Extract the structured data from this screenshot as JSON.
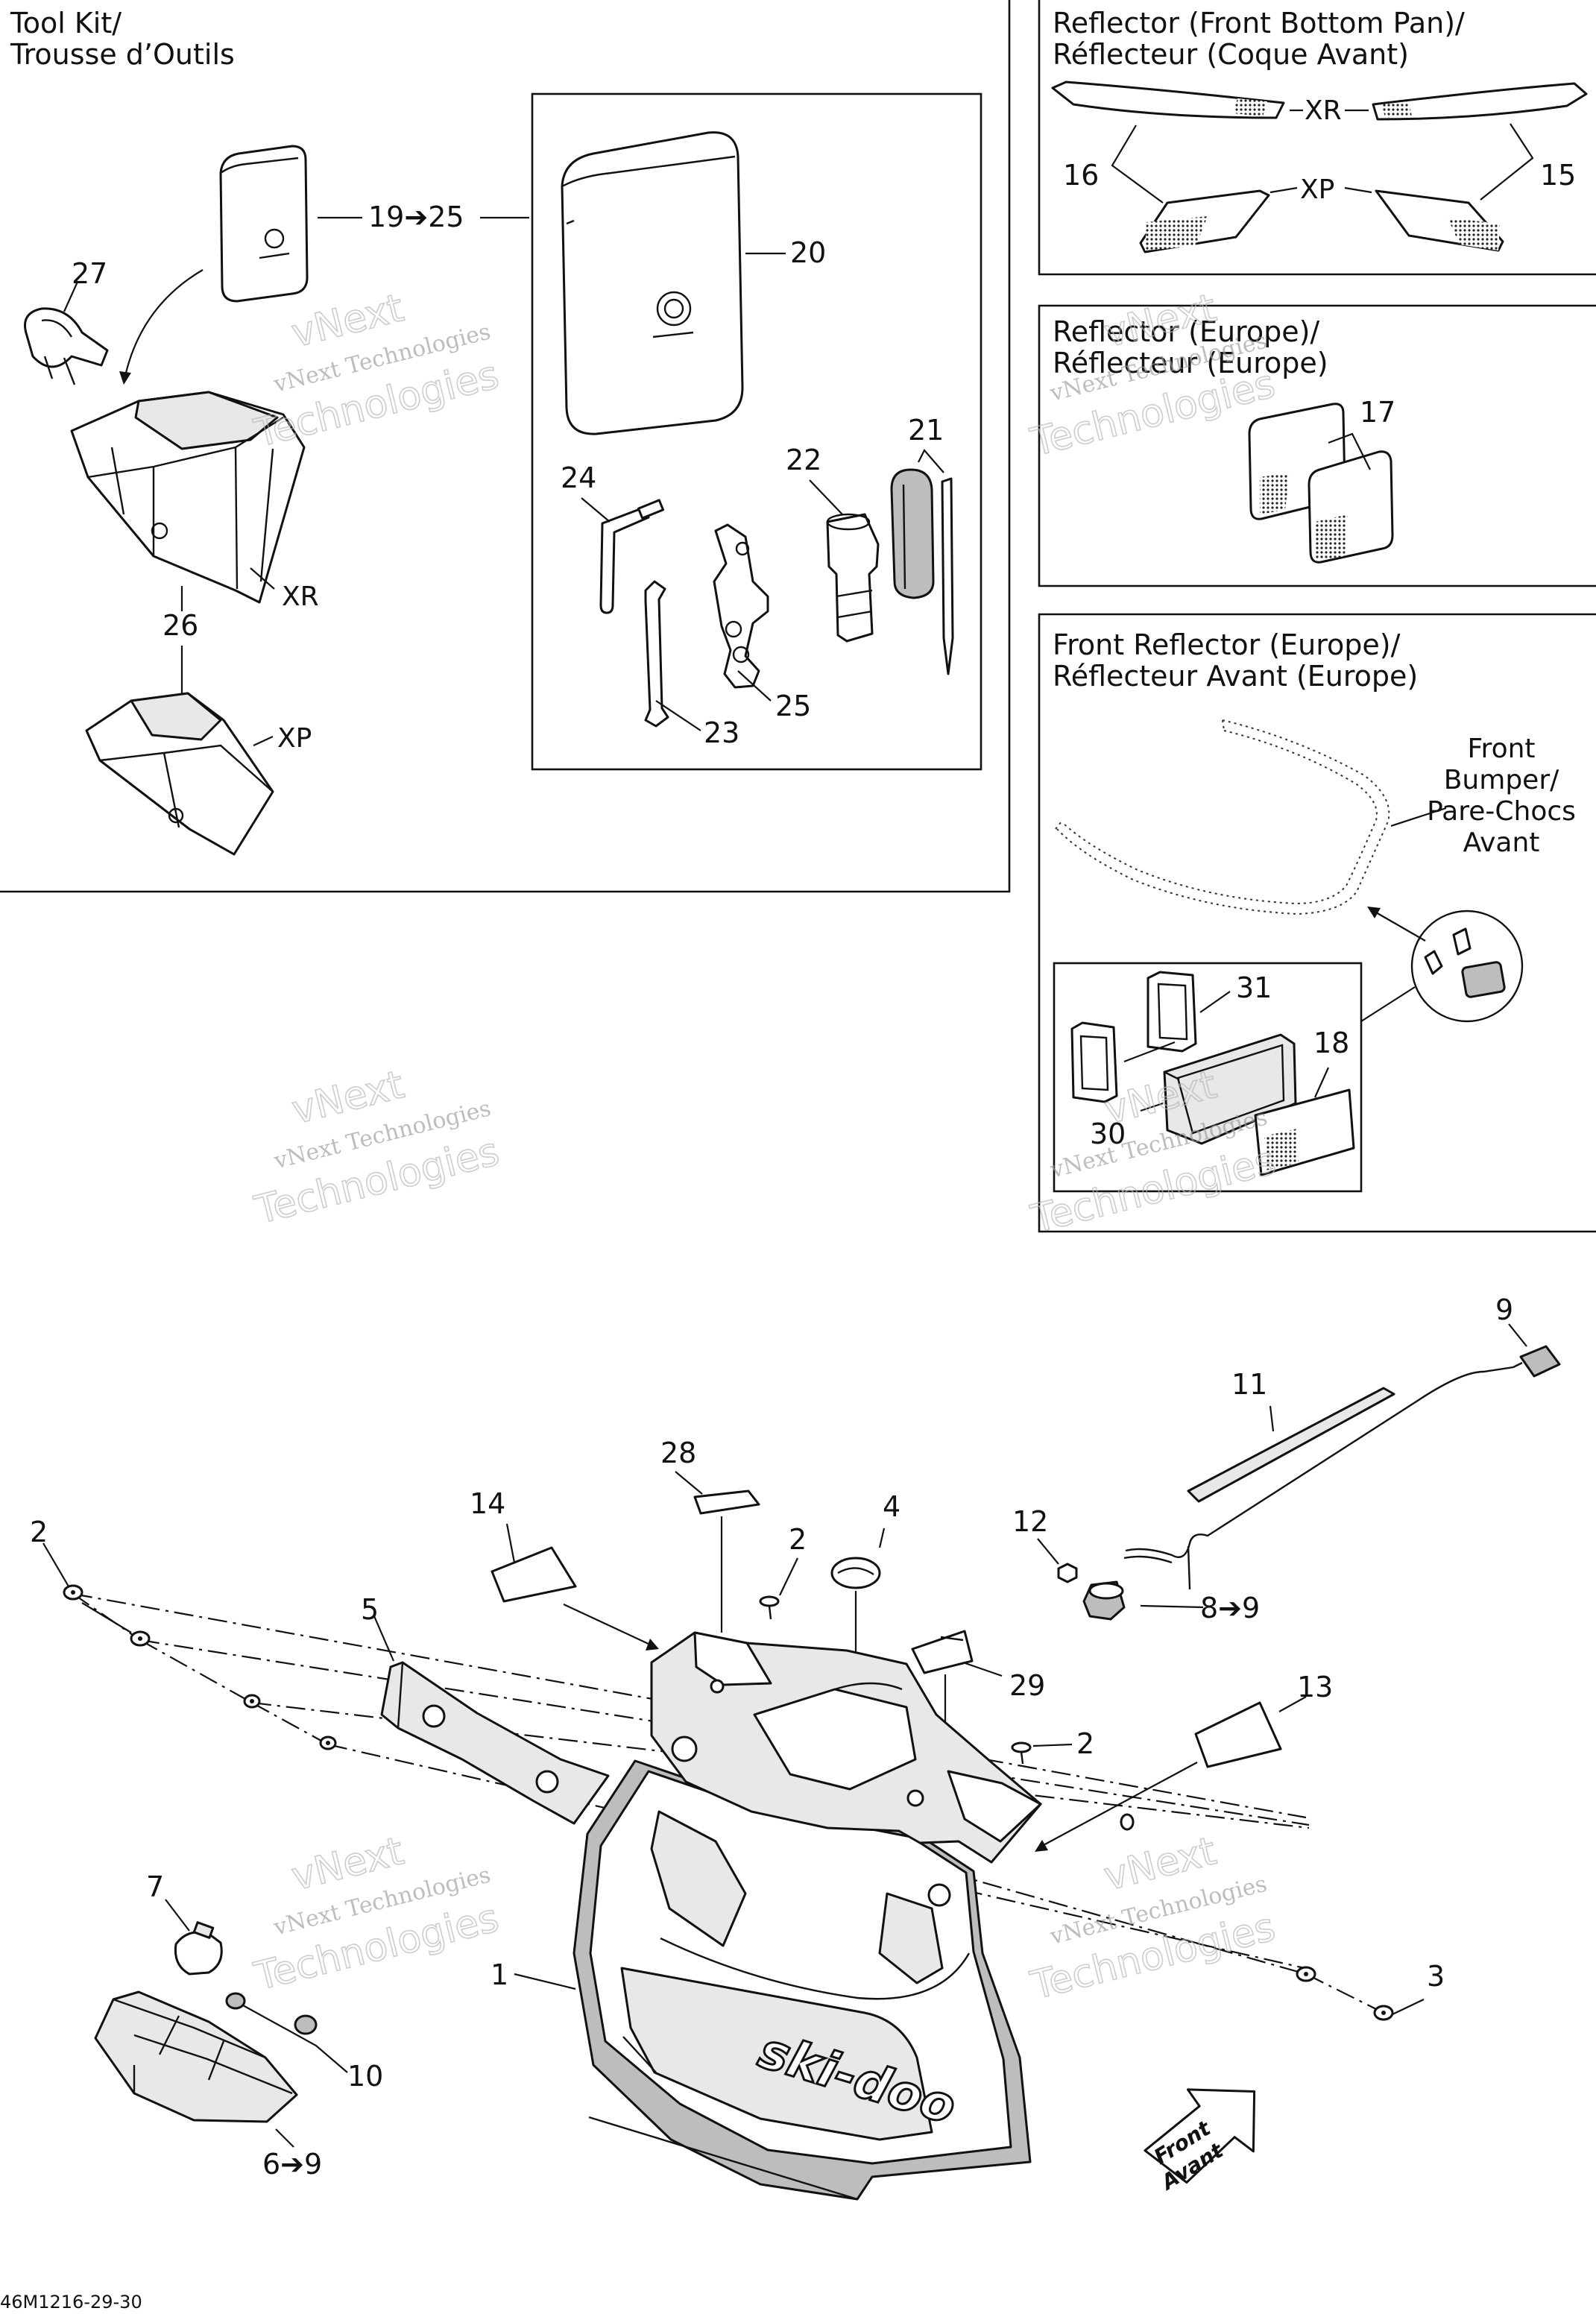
{
  "sections": {
    "tool_kit": {
      "title_line1": "Tool Kit/",
      "title_line2": "Trousse d’Outils"
    },
    "reflector_front_bottom_pan": {
      "title_line1": "Reflector (Front Bottom Pan)/",
      "title_line2": "Réflecteur (Coque Avant)"
    },
    "reflector_europe": {
      "title_line1": "Reflector (Europe)/",
      "title_line2": "Réflecteur (Europe)"
    },
    "front_reflector_europe": {
      "title_line1": "Front Reflector (Europe)/",
      "title_line2": "Réflecteur Avant (Europe)"
    }
  },
  "front_bumper_label": [
    "Front",
    "Bumper/",
    "Pare-Chocs",
    "Avant"
  ],
  "variant_labels": {
    "xr": "XR",
    "xp": "XP"
  },
  "callouts": {
    "c1": "1",
    "c2": "2",
    "c3": "3",
    "c4": "4",
    "c5": "5",
    "c6_9": "6➔9",
    "c7": "7",
    "c8_9": "8➔9",
    "c9": "9",
    "c10": "10",
    "c11": "11",
    "c12": "12",
    "c13": "13",
    "c14": "14",
    "c15": "15",
    "c16": "16",
    "c17": "17",
    "c18": "18",
    "c19_25": "19➔25",
    "c20": "20",
    "c21": "21",
    "c22": "22",
    "c23": "23",
    "c24": "24",
    "c25": "25",
    "c26": "26",
    "c27": "27",
    "c28": "28",
    "c29": "29",
    "c30": "30",
    "c31": "31"
  },
  "brand_logo_text": "ski-doo",
  "front_arrow": {
    "line1": "Front",
    "line2": "Avant"
  },
  "watermark": {
    "line1": "vNext",
    "line2": "vNext Technologies",
    "line3": "Technologies"
  },
  "drawing_code": "46M1216-29-30"
}
